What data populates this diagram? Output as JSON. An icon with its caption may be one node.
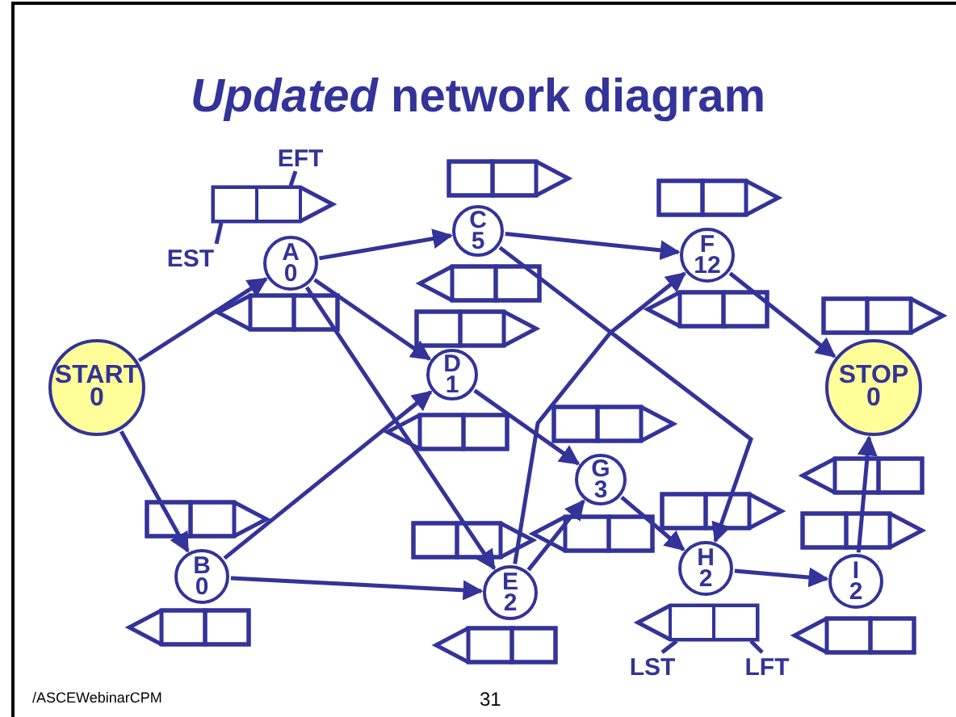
{
  "diagram": {
    "title": "*Updated* network diagram",
    "nodes": [
      {
        "text": [
          "START",
          "0"
        ]
      },
      {
        "text": [
          "A",
          "0"
        ]
      },
      {
        "text": [
          "B",
          "0"
        ]
      },
      {
        "text": [
          "C",
          "5"
        ]
      },
      {
        "text": [
          "D",
          "1"
        ]
      },
      {
        "text": [
          "E",
          "2"
        ]
      },
      {
        "text": [
          "F",
          "12"
        ]
      },
      {
        "text": [
          "G",
          "3"
        ]
      },
      {
        "text": [
          "H",
          "2"
        ]
      },
      {
        "text": [
          "I",
          "2"
        ]
      },
      {
        "text": [
          "STOP",
          "0"
        ]
      },
      {
        "text": [
          "EFT"
        ]
      },
      {
        "text": [
          "EST"
        ]
      },
      {
        "text": [
          "LST"
        ]
      },
      {
        "text": [
          "LFT"
        ]
      },
      {
        "text": [],
        "shape": "box"
      },
      {
        "text": [],
        "shape": "box"
      },
      {
        "text": [],
        "shape": "box"
      },
      {
        "text": [],
        "shape": "box"
      }
    ],
    "edges": [
      {
        "from": 0,
        "to": 1,
        "arrow": "to"
      },
      {
        "from": 0,
        "to": 2,
        "arrow": "to"
      },
      {
        "from": 1,
        "to": 3,
        "arrow": "to"
      },
      {
        "from": 1,
        "to": 4,
        "arrow": "to"
      },
      {
        "from": 1,
        "to": 5,
        "arrow": "to"
      },
      {
        "from": 2,
        "to": 4,
        "arrow": "to"
      },
      {
        "from": 2,
        "to": 5,
        "arrow": "to"
      },
      {
        "from": 3,
        "to": 6,
        "arrow": "to"
      },
      {
        "from": 3,
        "to": 8,
        "arrow": "to"
      },
      {
        "from": 4,
        "to": 7,
        "arrow": "to"
      },
      {
        "from": 5,
        "to": 7,
        "arrow": "to"
      },
      {
        "from": 5,
        "to": 6,
        "arrow": "to"
      },
      {
        "from": 6,
        "to": 10,
        "arrow": "to"
      },
      {
        "from": 7,
        "to": 8,
        "arrow": "to"
      },
      {
        "from": 8,
        "to": 9,
        "arrow": "to"
      },
      {
        "from": 9,
        "to": 10,
        "arrow": "to"
      },
      {
        "from": 11,
        "to": 16,
        "arrow": "none"
      },
      {
        "from": 12,
        "to": 15,
        "arrow": "none"
      },
      {
        "from": 13,
        "to": 17,
        "arrow": "none"
      },
      {
        "from": 14,
        "to": 18,
        "arrow": "none"
      }
    ],
    "labels": [
      "/ASCEWebinarCPM",
      "31"
    ]
  }
}
